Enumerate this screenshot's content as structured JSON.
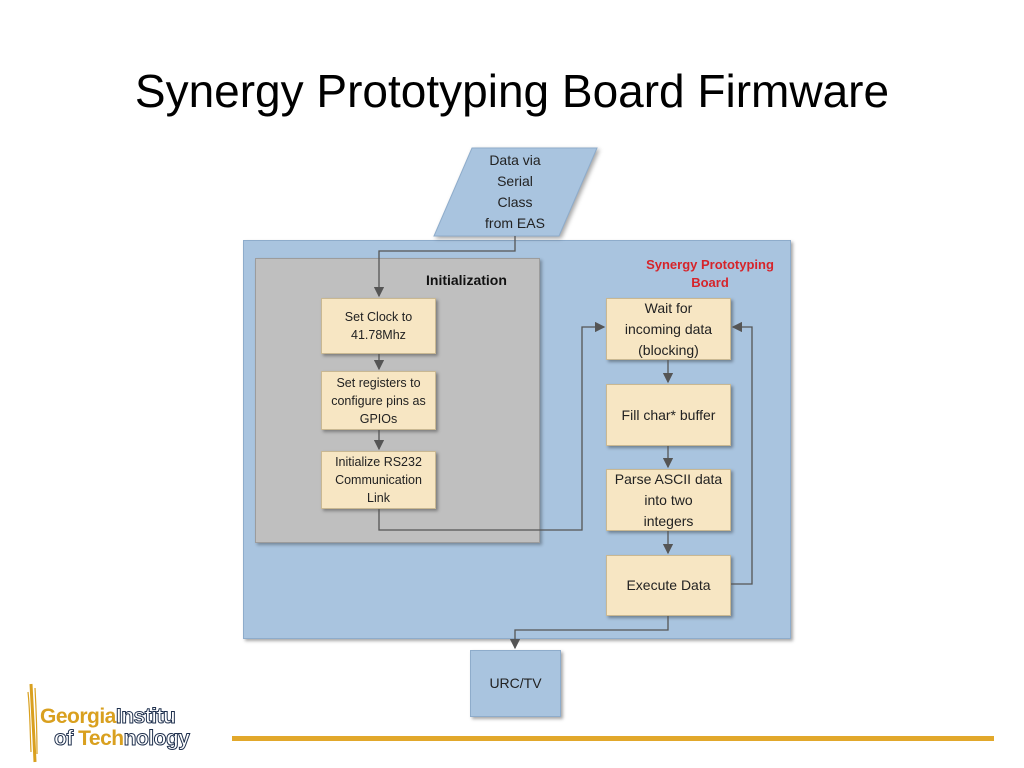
{
  "title": "Synergy Prototyping Board Firmware",
  "input": {
    "text": "Data via\nSerial\nClass\nfrom EAS"
  },
  "board_label": "Synergy Prototyping\nBoard",
  "initialization": {
    "label": "Initialization",
    "steps": [
      "Set Clock to\n41.78Mhz",
      "Set registers to\nconfigure pins as\nGPIOs",
      "Initialize RS232\nCommunication\nLink"
    ]
  },
  "loop": {
    "steps": [
      "Wait for\nincoming data\n(blocking)",
      "Fill char* buffer",
      "Parse ASCII data\ninto two\nintegers",
      "Execute Data"
    ]
  },
  "output": {
    "text": "URC/TV"
  },
  "logo": {
    "line1_gold": "Georgia",
    "line1_outline": "Institu",
    "line2_outline1": "of ",
    "line2_gold": "Tech",
    "line2_outline2": "nology"
  },
  "colors": {
    "board_blue": "#a9c4df",
    "init_gray": "#bfbfbf",
    "step_tan": "#f7e6c3",
    "board_label_red": "#d6242a",
    "gold": "#e2a82b"
  }
}
